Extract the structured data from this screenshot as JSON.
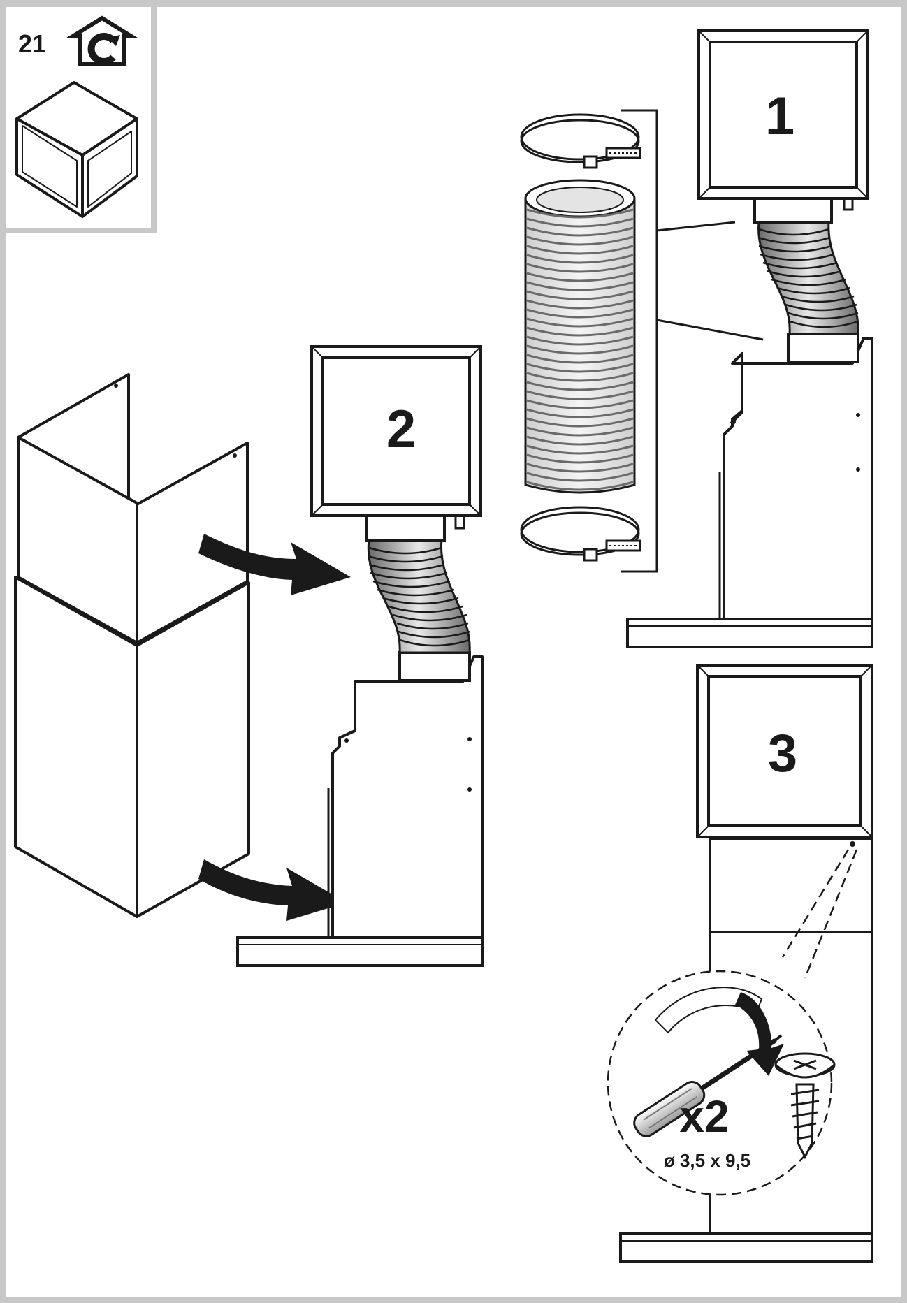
{
  "step": {
    "number": "21",
    "mode_icon": "recirculation-house-icon",
    "accessory_icon": "chimney-cube-icon"
  },
  "panels": [
    {
      "id": "step-1",
      "label": "1"
    },
    {
      "id": "step-2",
      "label": "2"
    },
    {
      "id": "step-3",
      "label": "3"
    }
  ],
  "parts": {
    "hose": "flexible-duct-hose",
    "clamps": "hose-clamp-icon",
    "chimney": "chimney-cover",
    "tool": "screwdriver-icon",
    "screw": "screw-icon"
  },
  "screws": {
    "quantity": "x2",
    "size": "ø 3,5 x 9,5"
  },
  "colors": {
    "frame": "#c8c8c8",
    "line": "#1a1a1a",
    "fill": "#ffffff"
  }
}
